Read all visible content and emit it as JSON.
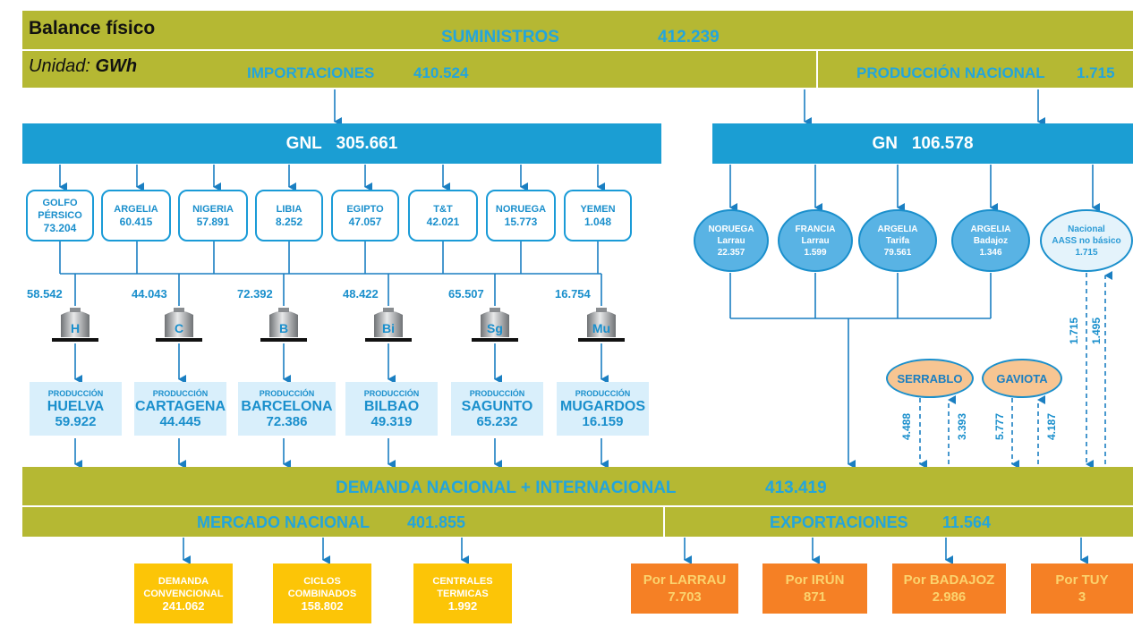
{
  "header": {
    "title": "Balance físico",
    "unit_label": "Unidad: ",
    "unit_value": "GWh",
    "suministros_label": "SUMINISTROS",
    "suministros_value": "412.239",
    "importaciones_label": "IMPORTACIONES",
    "importaciones_value": "410.524",
    "produccion_label": "PRODUCCIÓN NACIONAL",
    "produccion_value": "1.715"
  },
  "gnl": {
    "label": "GNL",
    "value": "305.661"
  },
  "gn": {
    "label": "GN",
    "value": "106.578"
  },
  "gnl_sources": [
    {
      "name_line1": "GOLFO",
      "name_line2": "PÉRSICO",
      "value": "73.204"
    },
    {
      "name_line1": "ARGELIA",
      "name_line2": "",
      "value": "60.415"
    },
    {
      "name_line1": "NIGERIA",
      "name_line2": "",
      "value": "57.891"
    },
    {
      "name_line1": "LIBIA",
      "name_line2": "",
      "value": "8.252"
    },
    {
      "name_line1": "EGIPTO",
      "name_line2": "",
      "value": "47.057"
    },
    {
      "name_line1": "T&T",
      "name_line2": "",
      "value": "42.021"
    },
    {
      "name_line1": "NORUEGA",
      "name_line2": "",
      "value": "15.773"
    },
    {
      "name_line1": "YEMEN",
      "name_line2": "",
      "value": "1.048"
    }
  ],
  "gn_sources": [
    {
      "name": "NORUEGA",
      "route": "Larrau",
      "value": "22.357"
    },
    {
      "name": "FRANCIA",
      "route": "Larrau",
      "value": "1.599"
    },
    {
      "name": "ARGELIA",
      "route": "Tarifa",
      "value": "79.561"
    },
    {
      "name": "ARGELIA",
      "route": "Badajoz",
      "value": "1.346"
    },
    {
      "name": "Nacional",
      "route": "AASS no básico",
      "value": "1.715"
    }
  ],
  "terminals": [
    {
      "code": "H",
      "input": "58.542",
      "prod_label": "PRODUCCIÓN",
      "name": "HUELVA",
      "value": "59.922"
    },
    {
      "code": "C",
      "input": "44.043",
      "prod_label": "PRODUCCIÓN",
      "name": "CARTAGENA",
      "value": "44.445"
    },
    {
      "code": "B",
      "input": "72.392",
      "prod_label": "PRODUCCIÓN",
      "name": "BARCELONA",
      "value": "72.386"
    },
    {
      "code": "Bi",
      "input": "48.422",
      "prod_label": "PRODUCCIÓN",
      "name": "BILBAO",
      "value": "49.319"
    },
    {
      "code": "Sg",
      "input": "65.507",
      "prod_label": "PRODUCCIÓN",
      "name": "SAGUNTO",
      "value": "65.232"
    },
    {
      "code": "Mu",
      "input": "16.754",
      "prod_label": "PRODUCCIÓN",
      "name": "MUGARDOS",
      "value": "16.159"
    }
  ],
  "storage": [
    {
      "name": "SERRABLO",
      "injection": "4.488",
      "extraction": "3.393"
    },
    {
      "name": "GAVIOTA",
      "injection": "5.777",
      "extraction": "4.187"
    }
  ],
  "nacional_flows": {
    "down": "1.715",
    "up": "1.495"
  },
  "demanda": {
    "label": "DEMANDA NACIONAL + INTERNACIONAL",
    "value": "413.419",
    "mercado_label": "MERCADO NACIONAL",
    "mercado_value": "401.855",
    "export_label": "EXPORTACIONES",
    "export_value": "11.564"
  },
  "mercado_items": [
    {
      "line1": "DEMANDA",
      "line2": "CONVENCIONAL",
      "value": "241.062"
    },
    {
      "line1": "CICLOS",
      "line2": "COMBINADOS",
      "value": "158.802"
    },
    {
      "line1": "CENTRALES",
      "line2": "TERMICAS",
      "value": "1.992"
    }
  ],
  "export_items": [
    {
      "label": "Por LARRAU",
      "value": "7.703"
    },
    {
      "label": "Por IRÚN",
      "value": "871"
    },
    {
      "label": "Por BADAJOZ",
      "value": "2.986"
    },
    {
      "label": "Por TUY",
      "value": "3"
    }
  ],
  "colors": {
    "olive": "#b5b833",
    "blue": "#1b9ed3",
    "light_blue": "#d9effb",
    "yellow": "#fcc507",
    "orange": "#f58025",
    "peach": "#f7c592"
  }
}
